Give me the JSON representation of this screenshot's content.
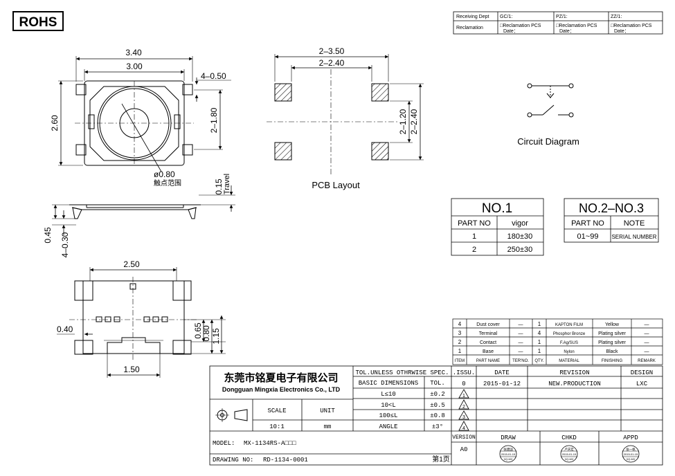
{
  "rohs": "ROHS",
  "receiving": {
    "label1": "Receiving Dept",
    "label2": "Reclamation",
    "gc": "GC/1:",
    "pz": "PZ/1:",
    "zz": "ZZ/1:",
    "recl1": "□Reclamation  PCS",
    "date1": "Date：",
    "recl2": "□Reclamation  PCS",
    "date2": "Date：",
    "recl3": "□Reclamation  PCS",
    "date3": "Date："
  },
  "top_view": {
    "d340": "3.40",
    "d300": "3.00",
    "d4050": "4–0.50",
    "d260": "2.60",
    "d2180": "2–1.80",
    "d080": "ø0.80",
    "contact_cn": "触点范围"
  },
  "side_view": {
    "d015": "0.15",
    "travel": "Travel",
    "d045": "0.45",
    "d4030": "4–0.30"
  },
  "bottom_view": {
    "d250": "2.50",
    "d040": "0.40",
    "d065": "0.65",
    "d080": "0.80",
    "d115": "1.15",
    "d150": "1.50"
  },
  "pcb": {
    "d2350": "2–3.50",
    "d2240a": "2–2.40",
    "d2120": "2–1.20",
    "d2240b": "2–2.40",
    "label": "PCB Layout"
  },
  "circuit_label": "Circuit Diagram",
  "no1": {
    "title": "NO.1",
    "h1": "PART NO",
    "h2": "vigor",
    "rows": [
      [
        "1",
        "180±30"
      ],
      [
        "2",
        "250±30"
      ]
    ]
  },
  "no2": {
    "title": "NO.2–NO.3",
    "h1": "PART NO",
    "h2": "NOTE",
    "r1": "01~99",
    "r2": "SERIAL NUMBER"
  },
  "bom": {
    "rows": [
      [
        "4",
        "Dust cover",
        "—",
        "1",
        "KAPTON FILM",
        "Yellow",
        "—"
      ],
      [
        "3",
        "Terminal",
        "—",
        "4",
        "Phosphor Bronze",
        "Plating silver",
        "—"
      ],
      [
        "2",
        "Contact",
        "—",
        "1",
        "F.Ag/SUS",
        "Plating silver",
        "—"
      ],
      [
        "1",
        "Base",
        "—",
        "1",
        "Nylon",
        "Black",
        "—"
      ]
    ],
    "header": [
      "ITEM",
      "PART NAME",
      "TER'NO.",
      "QTY.",
      "MATERIAL",
      "FINISHING",
      "REMARK"
    ]
  },
  "title_block": {
    "company_cn": "东莞市铭夏电子有限公司",
    "company_en": "Dongguan Mingxia Electronics Co., LTD",
    "scale_label": "SCALE",
    "unit_label": "UNIT",
    "scale": "10:1",
    "unit": "mm",
    "tol_header": "TOL.UNLESS OTHRWISE SPEC.",
    "basic_dim": "BASIC DIMENSIONS",
    "tol_label": "TOL.",
    "tols": [
      [
        "L≤10",
        "±0.2"
      ],
      [
        "10<L",
        "±0.5"
      ],
      [
        "100≤L",
        "±0.8"
      ],
      [
        "ANGLE",
        "±3°"
      ]
    ],
    "issu_label": ".ISSU.",
    "date_label": "DATE",
    "revision_label": "REVISION",
    "design_label": "DESIGN",
    "issu": "0",
    "date": "2015-01-12",
    "revision": "NEW.PRODUCTION",
    "design": "LXC",
    "rev_marks": [
      "1",
      "2",
      "3",
      "4"
    ],
    "model_label": "MODEL:",
    "model": "MX-1134RS-A□□□",
    "drawing_label": "DRAWING NO:",
    "drawing": "RD-1134-0001",
    "page": "第1页",
    "version_label": "VERSION",
    "version": "A0",
    "draw_label": "DRAW",
    "chkd_label": "CHKD",
    "appd_label": "APPD",
    "stamp_top1": "张建国",
    "stamp_top2": "卢庆宏",
    "stamp_top3": "张一帆",
    "stamp_date": "2015-01-15",
    "stamp_code": "XQ-MX"
  }
}
